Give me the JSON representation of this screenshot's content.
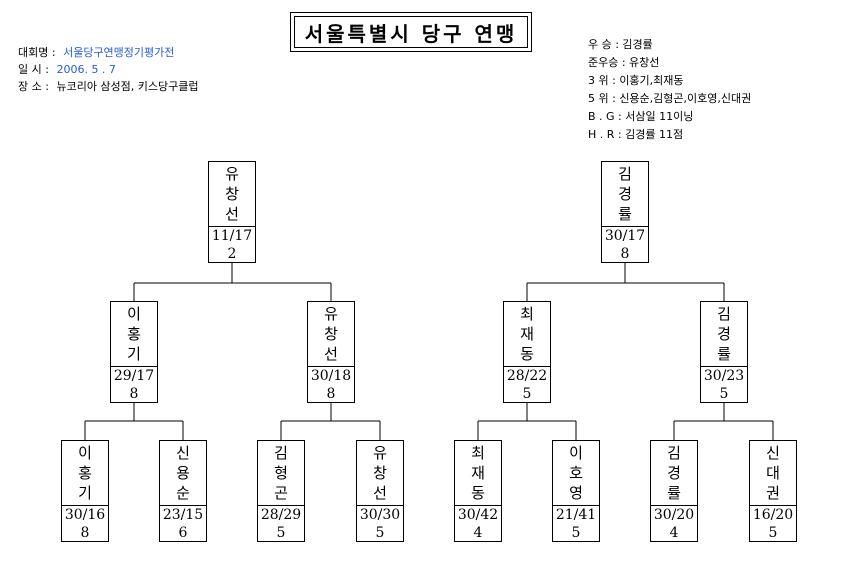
{
  "title": "서울특별시 당구 연맹",
  "info": {
    "event_label": "대회명",
    "event_value": "서울당구연맹정기평가전",
    "date_label": "일  시",
    "date_value": "2006.  5 . 7",
    "venue_label": "장  소",
    "venue_value": "뉴코리아 삼성점,   키스당구클럽"
  },
  "results": {
    "winner": "우  승 : 김경률",
    "runner_up": "준우승 : 유창선",
    "third": "3    위 : 이홍기,최재동",
    "fifth": "5    위 : 신용순,김형곤,이호영,신대권",
    "best_game": "B . G : 서삼일 11이닝",
    "high_run": "H . R : 김경률 11점"
  },
  "nodes": [
    {
      "name": "유창선",
      "score": "11/17",
      "innings": "2"
    },
    {
      "name": "김경률",
      "score": "30/17",
      "innings": "8"
    },
    {
      "name": "이홍기",
      "score": "29/17",
      "innings": "8"
    },
    {
      "name": "유창선",
      "score": "30/18",
      "innings": "8"
    },
    {
      "name": "최재동",
      "score": "28/22",
      "innings": "5"
    },
    {
      "name": "김경률",
      "score": "30/23",
      "innings": "5"
    },
    {
      "name": "이홍기",
      "score": "30/16",
      "innings": "8"
    },
    {
      "name": "신용순",
      "score": "23/15",
      "innings": "6"
    },
    {
      "name": "김형곤",
      "score": "28/29",
      "innings": "5"
    },
    {
      "name": "유창선",
      "score": "30/30",
      "innings": "5"
    },
    {
      "name": "최재동",
      "score": "30/42",
      "innings": "4"
    },
    {
      "name": "이호영",
      "score": "21/41",
      "innings": "5"
    },
    {
      "name": "김경률",
      "score": "30/20",
      "innings": "4"
    },
    {
      "name": "신대권",
      "score": "16/20",
      "innings": "5"
    }
  ]
}
